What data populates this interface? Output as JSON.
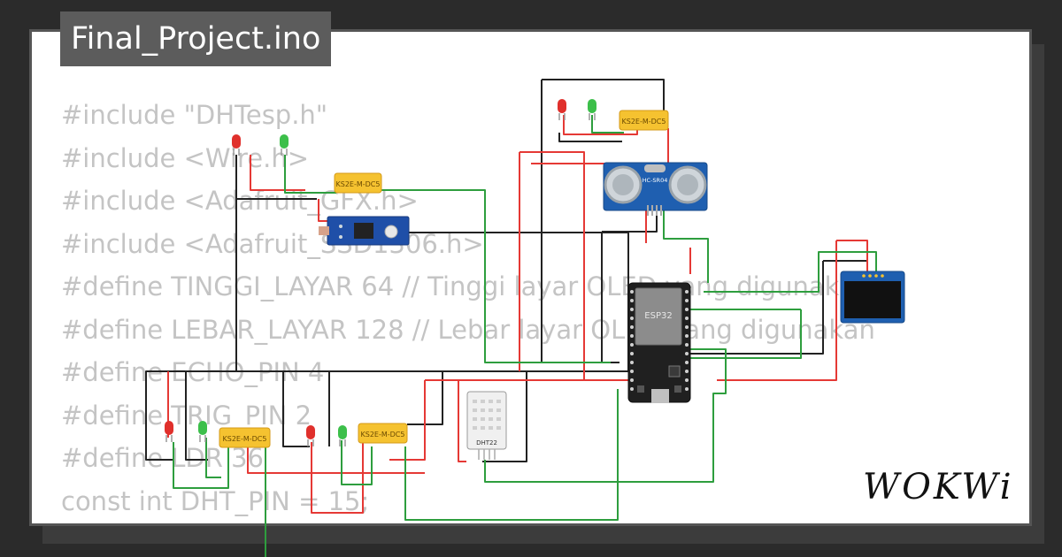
{
  "title": "Final_Project.ino",
  "code_lines": [
    "#include \"DHTesp.h\"",
    "#include <Wire.h>",
    "#include <Adafruit_GFX.h>",
    "#include <Adafruit_SSD1306.h>",
    "#define TINGGI_LAYAR 64 // Tinggi layar OLED yang digunakan",
    "#define LEBAR_LAYAR 128 // Lebar layar OLED yang digunakan",
    "#define ECHO_PIN 4",
    "#define TRIG_PIN 2",
    "#define LDR 36",
    "",
    "const int DHT_PIN = 15;"
  ],
  "components": {
    "relay_label": "KS2E-M-DC5",
    "mcu_label": "ESP32",
    "ultrasonic_label": "HC-SR04",
    "dht_label": "DHT22"
  },
  "brand": "WOKWi",
  "colors": {
    "wire_red": "#e53935",
    "wire_green": "#2e9e3e",
    "wire_black": "#222222",
    "relay": "#f5c230",
    "led_red": "#e0302c",
    "led_green": "#3cbf4a",
    "sensor_blue": "#1f5fb0"
  }
}
